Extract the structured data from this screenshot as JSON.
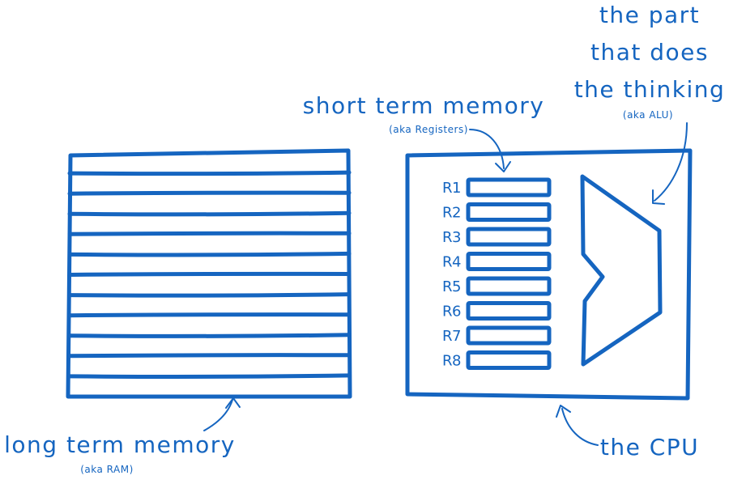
{
  "colors": {
    "ink": "#1565c0",
    "background": "#ffffff"
  },
  "labels": {
    "alu_line1": "the part",
    "alu_line2": "that does",
    "alu_line3": "the thinking",
    "alu_aka": "(aka ALU)",
    "registers_title": "short term memory",
    "registers_aka": "(aka Registers)",
    "ram_title": "long term memory",
    "ram_aka": "(aka RAM)",
    "cpu_title": "the CPU"
  },
  "registers": [
    "R1",
    "R2",
    "R3",
    "R4",
    "R5",
    "R6",
    "R7",
    "R8"
  ],
  "ram": {
    "row_count": 11
  }
}
